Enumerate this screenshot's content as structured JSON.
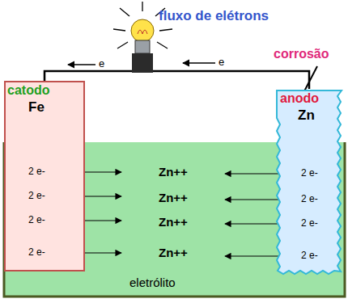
{
  "diagram": {
    "nodes": [
      {
        "text": [
          "catodo",
          "Fe",
          "2 e-",
          "2 e-",
          "2 e-",
          "2 e-"
        ]
      },
      {
        "text": [
          "anodo",
          "Zn",
          "2 e-",
          "2 e-",
          "2 e-",
          "2 e-"
        ]
      }
    ],
    "edges": [
      {
        "from": 1,
        "to": 0,
        "arrow": "none"
      }
    ],
    "labels": [
      "fluxo de elétrons",
      "e",
      "e",
      "corrosão",
      "Zn++",
      "Zn++",
      "Zn++",
      "Zn++",
      "eletrólito"
    ]
  }
}
